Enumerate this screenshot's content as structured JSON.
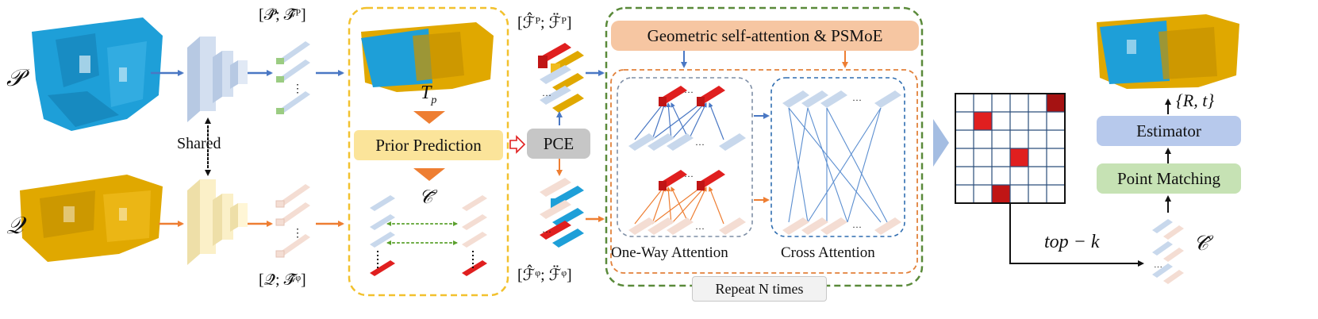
{
  "inputs": {
    "source_symbol": "𝒫",
    "target_symbol": "𝒬",
    "shared_label": "Shared"
  },
  "features": {
    "source_set": "[𝒫̂; ℱ̂ᴾ]",
    "target_set": "[𝒬̂; ℱ̂ᵠ]",
    "source_refined": "[ℱ̂ᴾ; ℱ̈ᴾ]",
    "target_refined": "[ℱ̂ᵠ; ℱ̈ᵠ]"
  },
  "prior": {
    "transform_label_base": "T",
    "transform_label_sub": "p",
    "box_label": "Prior Prediction",
    "correspondence_symbol": "𝒞̄"
  },
  "pce": {
    "label": "PCE"
  },
  "transformer": {
    "header_label": "Geometric self-attention & PSMoE",
    "one_way_label": "One-Way Attention",
    "cross_label": "Cross Attention",
    "repeat_label": "Repeat N times",
    "ellipsis": "···"
  },
  "matching": {
    "topk_label": "top − k",
    "correspondence_symbol": "𝒞̂",
    "point_matching_label": "Point Matching",
    "estimator_label": "Estimator",
    "result_label": "{R, t}"
  },
  "colors": {
    "source_cloud": "#1e9fd8",
    "target_cloud": "#e0a800",
    "blue_arrow": "#4a78c4",
    "orange_arrow": "#ee7e32",
    "prior_border": "#f2c12e",
    "prior_fill": "#fbe49a",
    "pce_fill": "#c6c6c6",
    "header_fill": "#f6c6a2",
    "green_border": "#5a8a3a",
    "orange_border": "#e2813a",
    "estimator_fill": "#b7c9ec",
    "matching_fill": "#c6e2b4",
    "red": "#e01f1f",
    "light_blue_bar": "#c8d8ec",
    "light_pink_bar": "#f4ddd3"
  }
}
